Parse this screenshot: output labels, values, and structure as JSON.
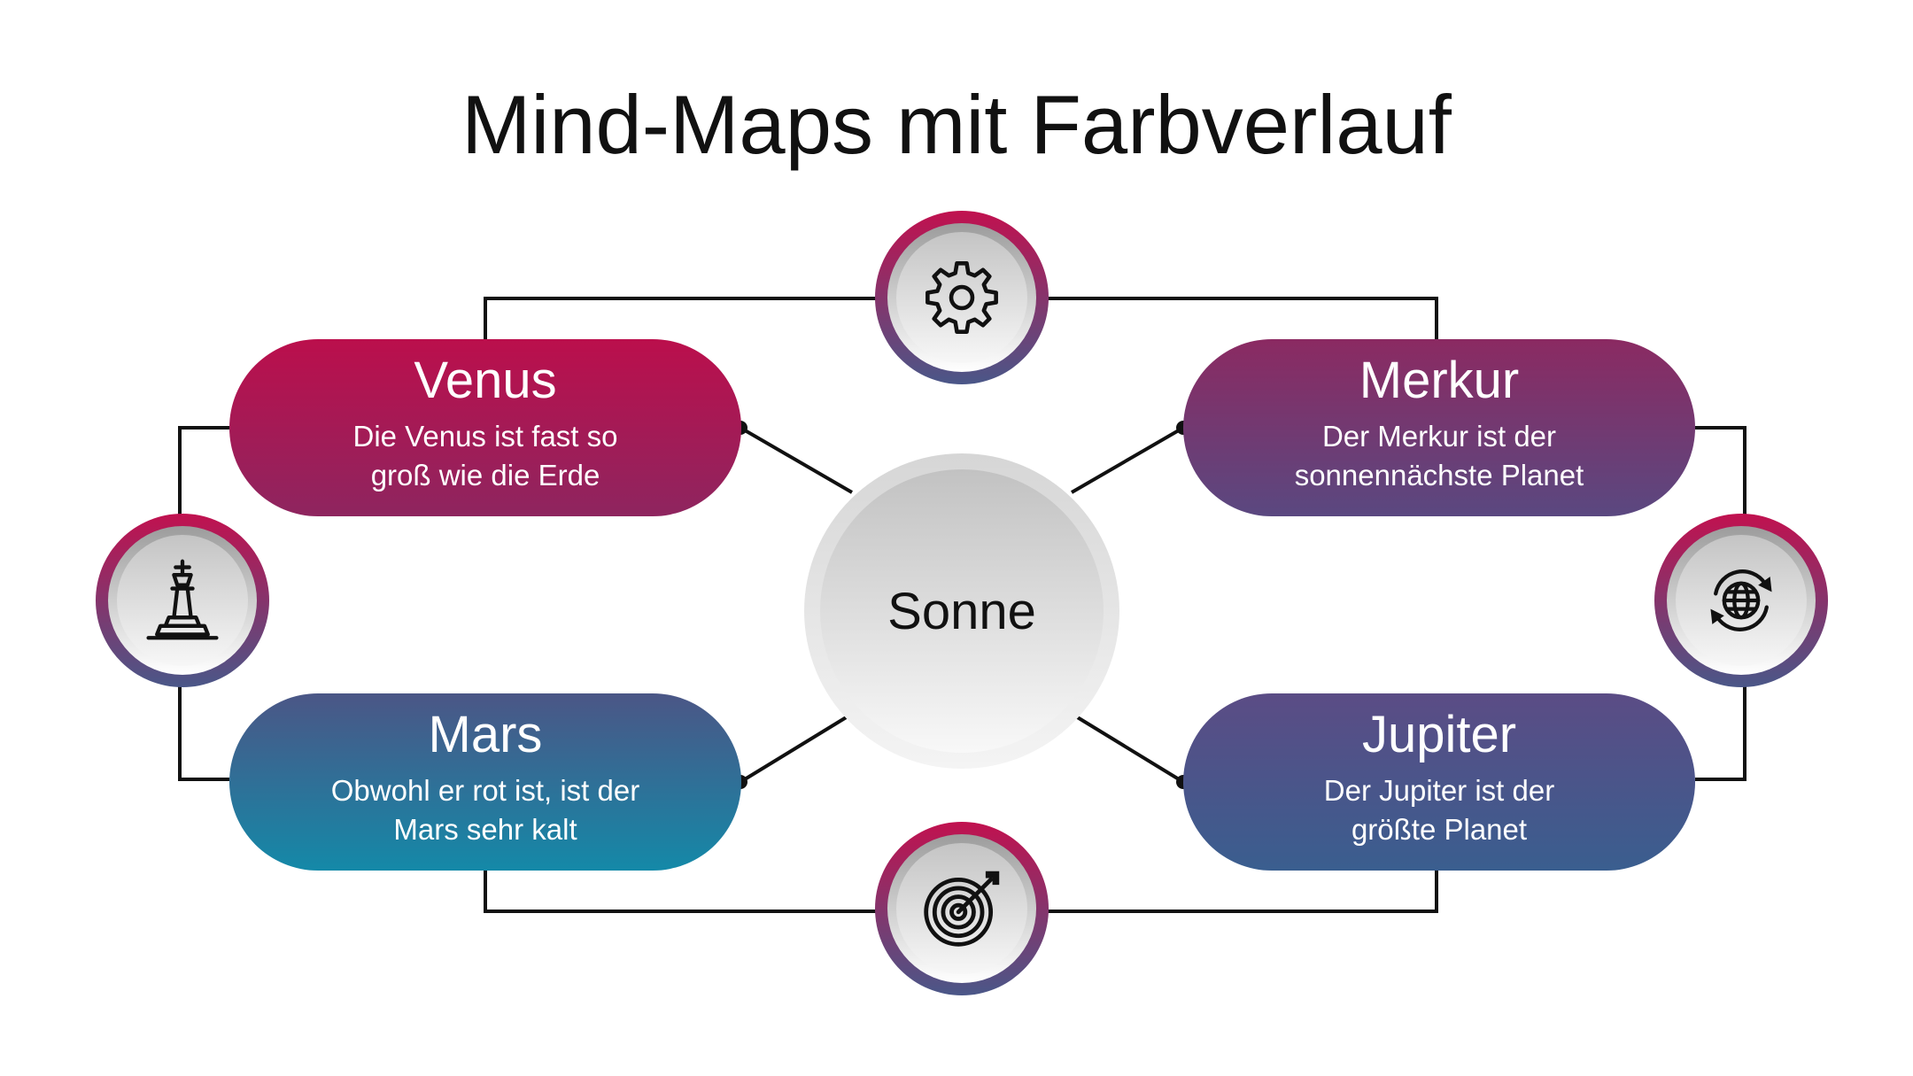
{
  "title": "Mind-Maps mit Farbverlauf",
  "center": {
    "label": "Sonne"
  },
  "nodes": [
    {
      "id": "venus",
      "title": "Venus",
      "text": "Die Venus ist fast so\ngroß wie die Erde"
    },
    {
      "id": "merkur",
      "title": "Merkur",
      "text": "Der Merkur ist der\nsonnennächste Planet"
    },
    {
      "id": "mars",
      "title": "Mars",
      "text": "Obwohl er rot ist, ist der\nMars sehr kalt"
    },
    {
      "id": "jupiter",
      "title": "Jupiter",
      "text": "Der Jupiter ist  der\ngrößte Planet"
    }
  ],
  "icons": {
    "top": "gear-icon",
    "left": "chess-king-icon",
    "right": "globe-refresh-icon",
    "bottom": "target-icon"
  },
  "colors": {
    "venus": "#bb0f4c",
    "merkur": "#8b2a62",
    "mars": "#1489a8",
    "jupiter": "#3a5e8f",
    "ring_top": "#c1114f",
    "ring_bottom": "#4a5788",
    "line": "#111111"
  }
}
